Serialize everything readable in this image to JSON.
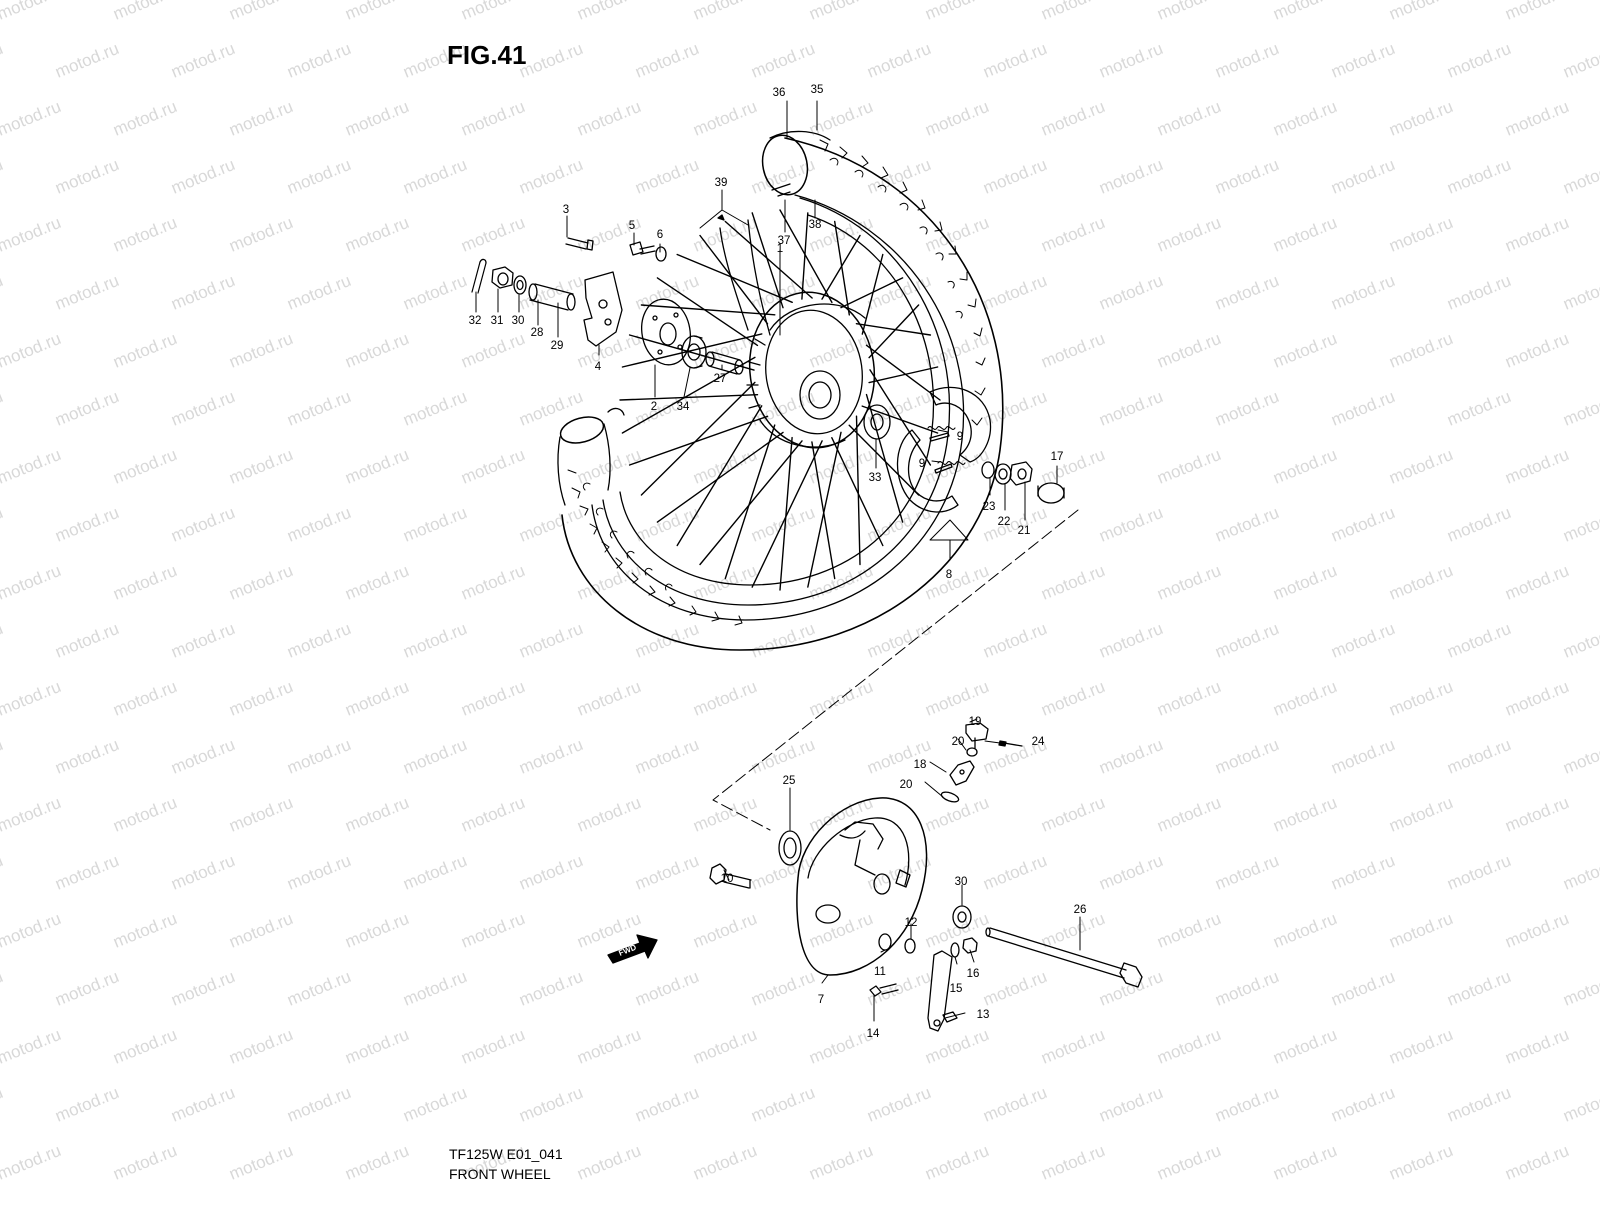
{
  "figure": {
    "title": "FIG.41",
    "model_code": "TF125W E01_041",
    "caption": "FRONT WHEEL",
    "watermark": "motod.ru",
    "direction_arrow": "FWD"
  },
  "callouts": [
    "36",
    "35",
    "39",
    "3",
    "5",
    "6",
    "37",
    "38",
    "1",
    "32",
    "31",
    "30",
    "28",
    "29",
    "4",
    "2",
    "34",
    "27",
    "33",
    "9",
    "9",
    "17",
    "23",
    "22",
    "21",
    "8",
    "19",
    "20",
    "24",
    "18",
    "20",
    "25",
    "10",
    "30",
    "26",
    "12",
    "11",
    "16",
    "15",
    "7",
    "13",
    "14"
  ],
  "colors": {
    "ink": "#000000",
    "watermark": "#d8d8d8",
    "background": "#ffffff"
  }
}
